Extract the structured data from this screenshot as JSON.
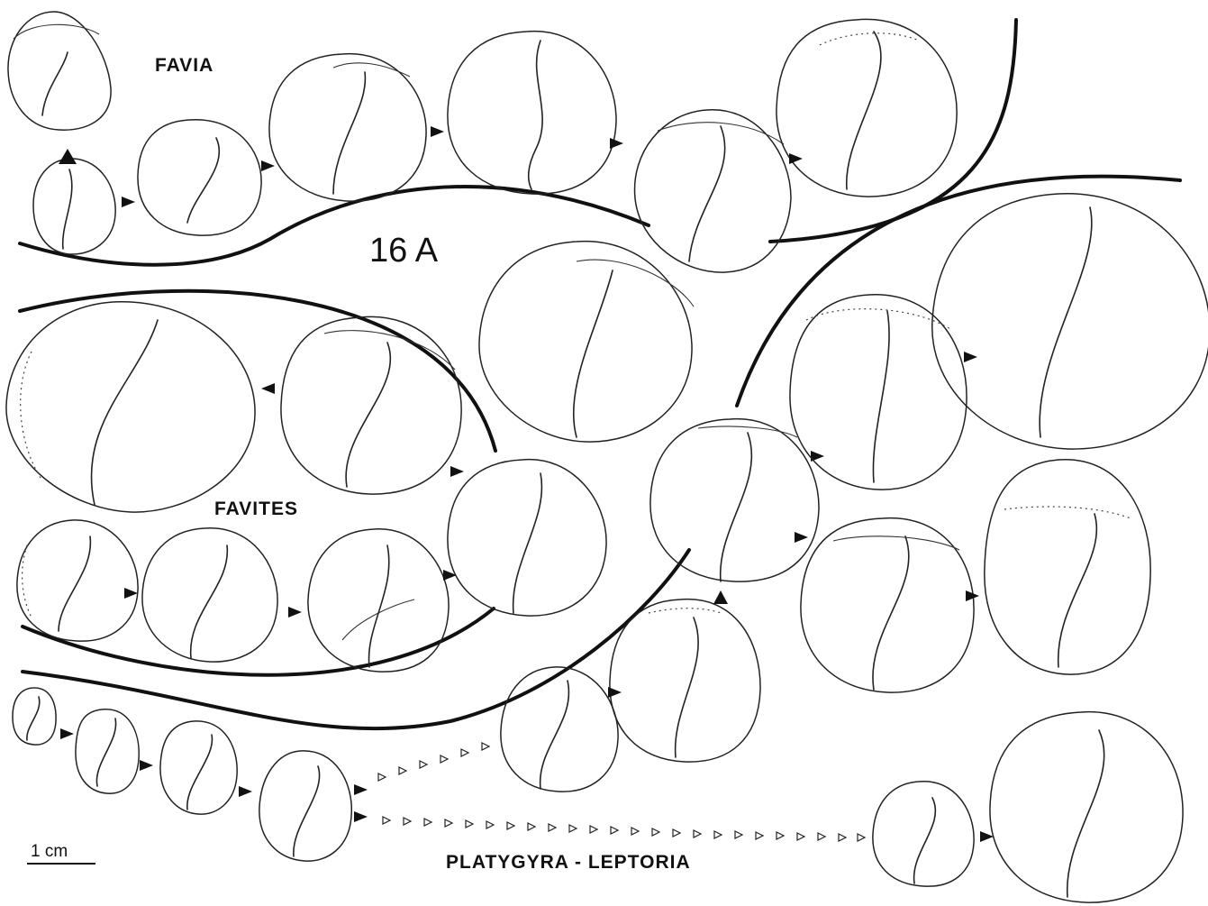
{
  "figure": {
    "panel_label": "16 A",
    "groups": {
      "favia": "FAVIA",
      "favites": "FAVITES",
      "platygyra_leptoria": "PLATYGYRA - LEPTORIA"
    },
    "scale_bar_label": "1 cm",
    "colors": {
      "ink": "#111111",
      "background": "#ffffff"
    }
  }
}
